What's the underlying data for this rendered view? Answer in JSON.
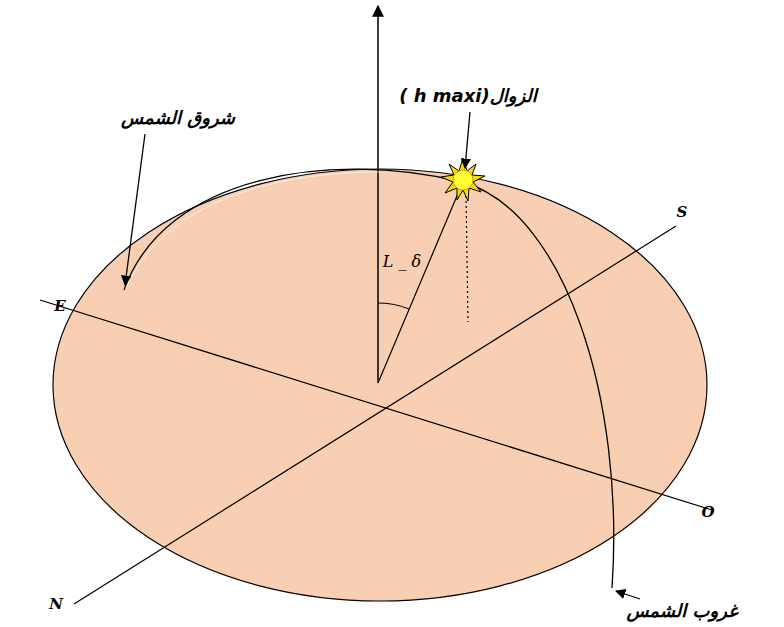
{
  "diagram": {
    "labels": [
      "الزوال(h maxi )",
      "شروق الشمس",
      "L _ δ",
      "S",
      "E",
      "O",
      "N",
      "غروب الشمس"
    ]
  }
}
